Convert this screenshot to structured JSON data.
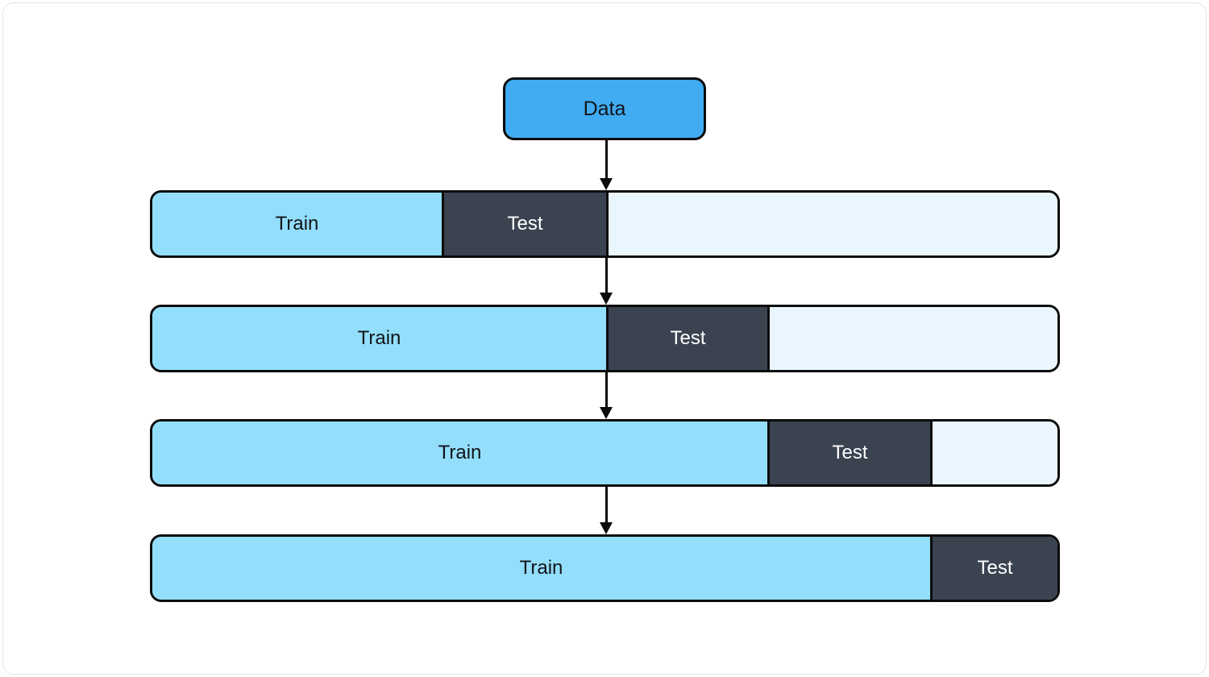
{
  "diagram": {
    "title_node": {
      "label": "Data"
    },
    "colors": {
      "data_node": "#41acf2",
      "train": "#93defb",
      "test": "#3b4351",
      "remaining": "#eaf6fd",
      "stroke": "#0c0c0c",
      "card_border": "#e4e4e6",
      "background": "#ffffff"
    },
    "labels": {
      "train": "Train",
      "test": "Test",
      "remaining": ""
    },
    "rows": [
      {
        "index": 1,
        "train_label": "Train",
        "test_label": "Test",
        "remaining_label": "",
        "train_pct": 32.1,
        "test_pct": 18.1,
        "remaining_pct": 49.8
      },
      {
        "index": 2,
        "train_label": "Train",
        "test_label": "Test",
        "remaining_label": "",
        "train_pct": 50.1,
        "test_pct": 17.7,
        "remaining_pct": 32.2
      },
      {
        "index": 3,
        "train_label": "Train",
        "test_label": "Test",
        "remaining_label": "",
        "train_pct": 67.8,
        "test_pct": 17.9,
        "remaining_pct": 14.3
      },
      {
        "index": 4,
        "train_label": "Train",
        "test_label": "Test",
        "remaining_label": "",
        "train_pct": 85.7,
        "test_pct": 14.3,
        "remaining_pct": 0
      }
    ],
    "arrows": [
      {
        "from": "data-node",
        "to": "row-1"
      },
      {
        "from": "row-1",
        "to": "row-2"
      },
      {
        "from": "row-2",
        "to": "row-3"
      },
      {
        "from": "row-3",
        "to": "row-4"
      }
    ]
  }
}
